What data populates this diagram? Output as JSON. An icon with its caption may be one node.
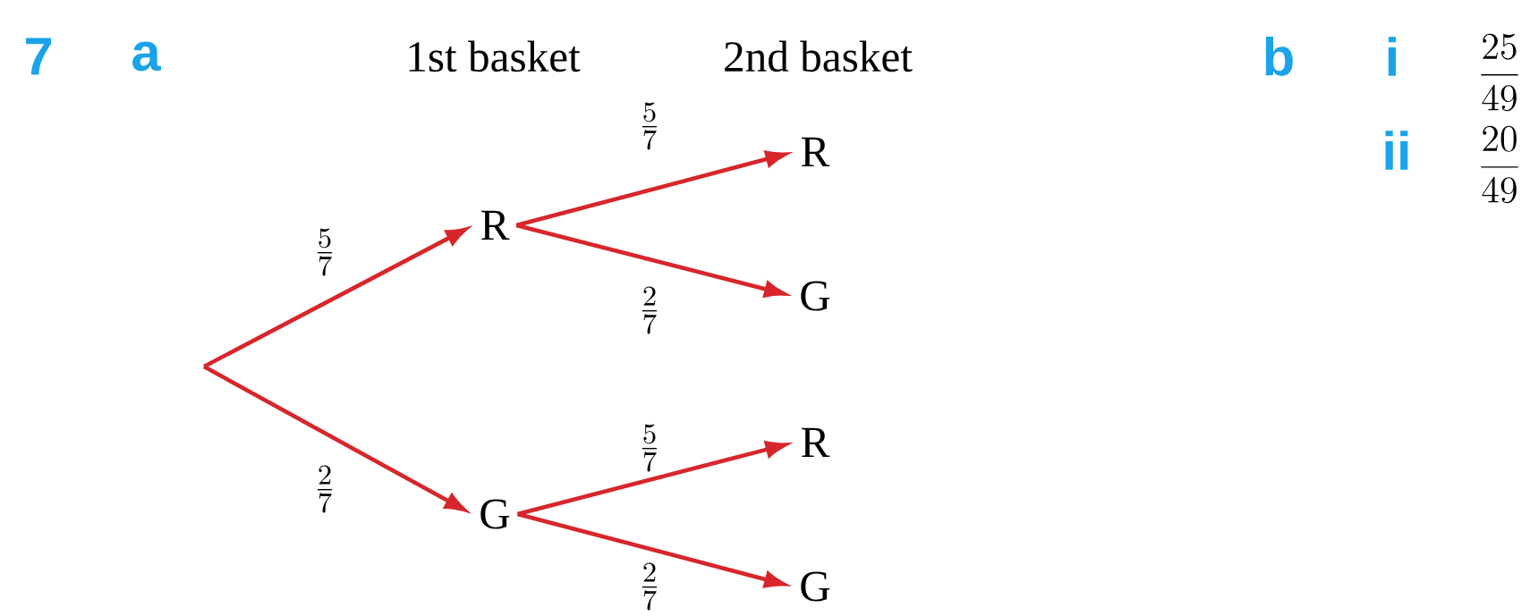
{
  "diagram": {
    "nodes": [
      {
        "text": [
          "R"
        ]
      },
      {
        "text": [
          "G"
        ]
      },
      {
        "text": [
          "R"
        ]
      },
      {
        "text": [
          "G"
        ]
      },
      {
        "text": [
          "R"
        ]
      },
      {
        "text": [
          "G"
        ]
      }
    ],
    "edges": [
      {
        "from": null,
        "to": 0,
        "arrow": "to",
        "label": "\\frac{5}{7}"
      },
      {
        "from": null,
        "to": 1,
        "arrow": "to",
        "label": "\\frac{2}{7}"
      },
      {
        "from": 0,
        "to": 2,
        "arrow": "to",
        "label": "\\frac{5}{7}"
      },
      {
        "from": 0,
        "to": 3,
        "arrow": "to",
        "label": "\\frac{2}{7}"
      },
      {
        "from": 1,
        "to": 4,
        "arrow": "to",
        "label": "\\frac{5}{7}"
      },
      {
        "from": 1,
        "to": 5,
        "arrow": "to",
        "label": "\\frac{2}{7}"
      }
    ],
    "labels": [
      "7",
      "a",
      "1st basket",
      "2nd basket",
      "b",
      "i",
      "\\frac{25}{49}",
      "ii",
      "\\frac{20}{49}"
    ]
  }
}
